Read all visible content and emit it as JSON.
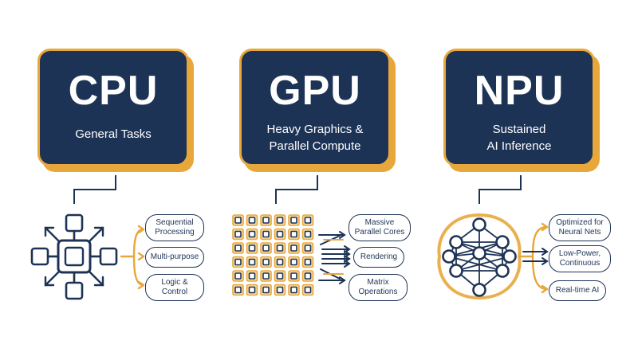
{
  "colors": {
    "navy": "#1d3356",
    "gold": "#e8a73a",
    "background": "#ffffff"
  },
  "processors": [
    {
      "name": "CPU",
      "subtitle": [
        "General Tasks"
      ],
      "icon": "cpu-hub-icon",
      "features": [
        [
          "Sequential",
          "Processing"
        ],
        [
          "Multi-purpose"
        ],
        [
          "Logic &",
          "Control"
        ]
      ]
    },
    {
      "name": "GPU",
      "subtitle": [
        "Heavy Graphics &",
        "Parallel Compute"
      ],
      "icon": "gpu-core-grid-icon",
      "features": [
        [
          "Massive",
          "Parallel Cores"
        ],
        [
          "Rendering"
        ],
        [
          "Matrix",
          "Operations"
        ]
      ]
    },
    {
      "name": "NPU",
      "subtitle": [
        "Sustained",
        "AI Inference"
      ],
      "icon": "neural-network-icon",
      "features": [
        [
          "Optimized for",
          "Neural Nets"
        ],
        [
          "Low-Power,",
          "Continuous"
        ],
        [
          "Real-time AI"
        ]
      ]
    }
  ]
}
